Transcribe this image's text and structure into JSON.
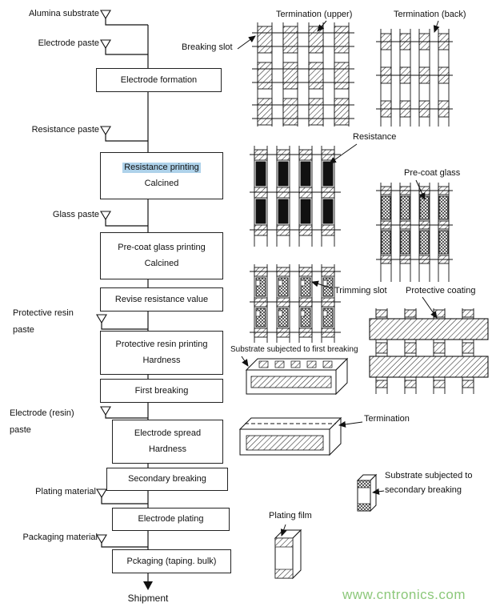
{
  "flowchart": {
    "inputs": [
      {
        "label": "Alumina substrate"
      },
      {
        "label": "Electrode paste"
      },
      {
        "label": "Resistance paste"
      },
      {
        "label": "Glass paste"
      },
      {
        "label": "Protective resin\npaste"
      },
      {
        "label": "Electrode (resin)\npaste"
      },
      {
        "label": "Plating material"
      },
      {
        "label": "Packaging material"
      }
    ],
    "steps": [
      {
        "line1": "Electrode formation"
      },
      {
        "line1": "Resistance printing",
        "line2": "Calcined",
        "line1_highlighted": true
      },
      {
        "line1": "Pre-coat glass printing",
        "line2": "Calcined"
      },
      {
        "line1": "Revise resistance value"
      },
      {
        "line1": "Protective resin printing",
        "line2": "Hardness"
      },
      {
        "line1": "First breaking"
      },
      {
        "line1": "Electrode spread",
        "line2": "Hardness"
      },
      {
        "line1": "Secondary breaking"
      },
      {
        "line1": "Electrode plating"
      },
      {
        "line1": "Pckaging (taping. bulk)"
      }
    ],
    "terminal": "Shipment"
  },
  "annotations": {
    "termination_upper": "Termination (upper)",
    "termination_back": "Termination (back)",
    "breaking_slot": "Breaking slot",
    "resistance": "Resistance",
    "pre_coat_glass": "Pre-coat glass",
    "trimming_slot": "Trimming slot",
    "protective_coating": "Protective coating",
    "substrate_first_breaking": "Substrate subjected to first breaking",
    "termination": "Termination",
    "substrate_secondary_breaking": "Substrate subjected to\nsecondary breaking",
    "plating_film": "Plating film"
  },
  "watermark": "www.cntronics.com",
  "icons": {
    "input_marker": "inverted-open-triangle",
    "flow_end": "solid-down-arrow"
  },
  "colors": {
    "highlight": "#aed2ea",
    "watermark": "#8cc87a"
  }
}
